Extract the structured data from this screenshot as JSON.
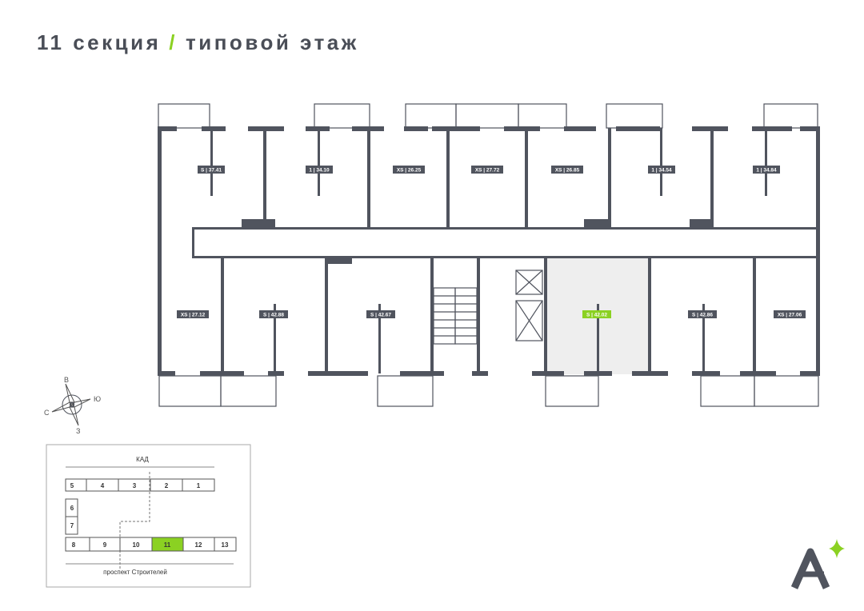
{
  "header": {
    "section": "11 секция",
    "separator": "/",
    "floor": "типовой этаж"
  },
  "colors": {
    "accent": "#8bd122",
    "wall": "#50545e",
    "selected_fill": "#eeeeee"
  },
  "apartments_top": [
    {
      "label": "S | 37.41"
    },
    {
      "label": "1 | 34.10"
    },
    {
      "label": "XS | 26.25"
    },
    {
      "label": "XS | 27.72"
    },
    {
      "label": "XS | 26.85"
    },
    {
      "label": "1 | 34.54"
    },
    {
      "label": "1 | 34.84"
    }
  ],
  "apartments_bottom": [
    {
      "label": "XS | 27.12"
    },
    {
      "label": "S | 42.88"
    },
    {
      "label": "S | 42.67"
    },
    {
      "label": "S | 42.02",
      "selected": true
    },
    {
      "label": "S | 42.86"
    },
    {
      "label": "XS | 27.06"
    }
  ],
  "compass": {
    "north": "В",
    "east": "Ю",
    "west": "С",
    "south": "З"
  },
  "site_map": {
    "top_road": "КАД",
    "bottom_road": "проспект Строителей",
    "sections": [
      "1",
      "2",
      "3",
      "4",
      "5",
      "6",
      "7",
      "8",
      "9",
      "10",
      "11",
      "12",
      "13"
    ],
    "selected_section": "11"
  },
  "logo": {
    "text": "A"
  }
}
